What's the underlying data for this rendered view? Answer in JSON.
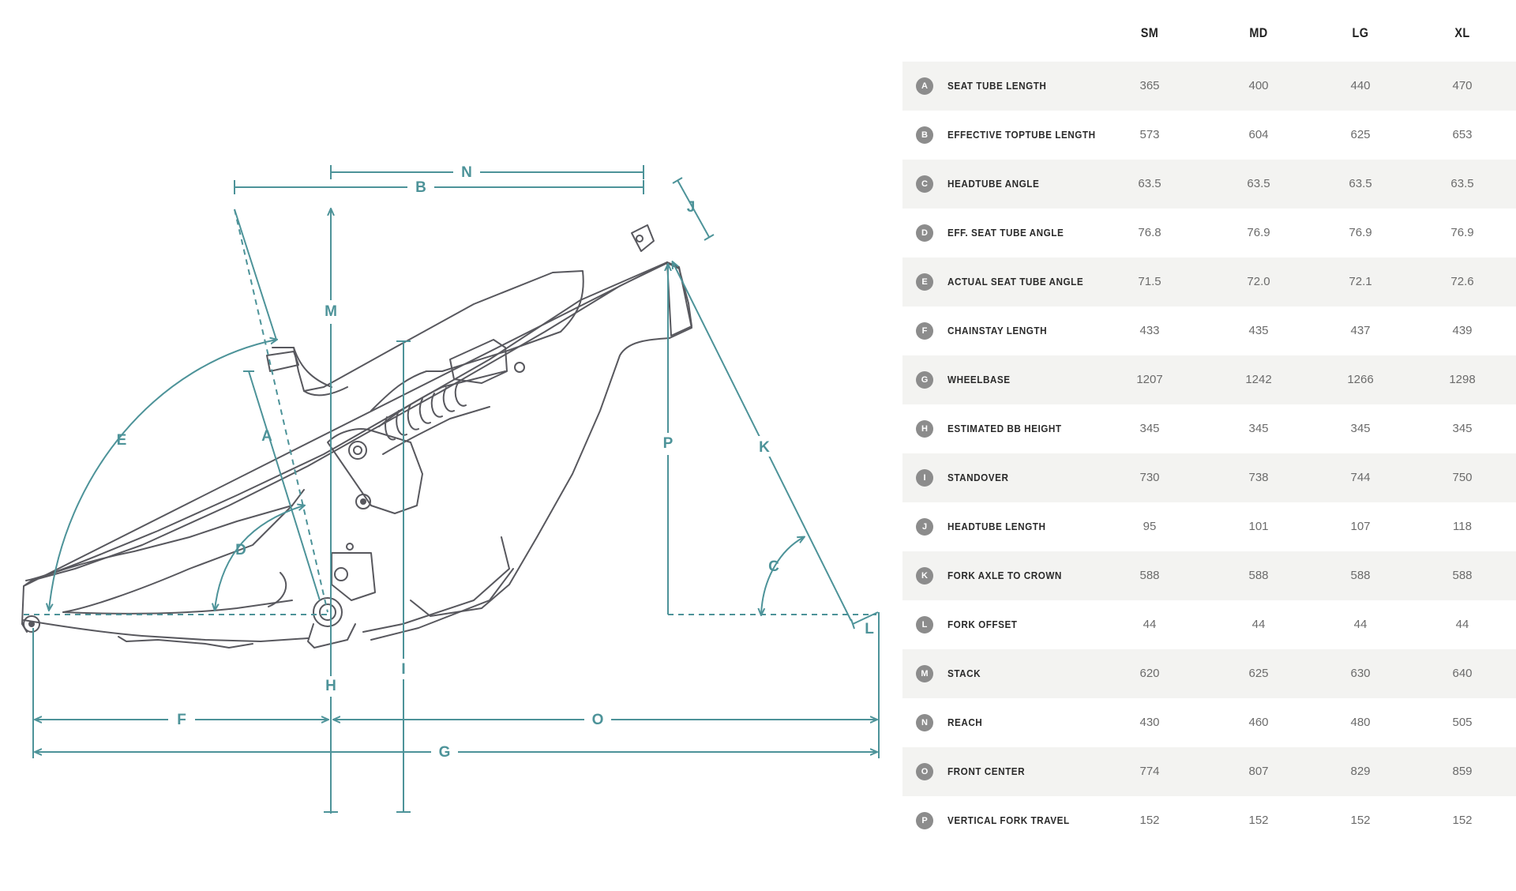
{
  "table": {
    "sizes": [
      "SM",
      "MD",
      "LG",
      "XL"
    ],
    "rows": [
      {
        "letter": "A",
        "label": "SEAT TUBE LENGTH",
        "values": [
          "365",
          "400",
          "440",
          "470"
        ]
      },
      {
        "letter": "B",
        "label": "EFFECTIVE TOPTUBE LENGTH",
        "values": [
          "573",
          "604",
          "625",
          "653"
        ]
      },
      {
        "letter": "C",
        "label": "HEADTUBE ANGLE",
        "values": [
          "63.5",
          "63.5",
          "63.5",
          "63.5"
        ]
      },
      {
        "letter": "D",
        "label": "EFF. SEAT TUBE ANGLE",
        "values": [
          "76.8",
          "76.9",
          "76.9",
          "76.9"
        ]
      },
      {
        "letter": "E",
        "label": "ACTUAL SEAT TUBE ANGLE",
        "values": [
          "71.5",
          "72.0",
          "72.1",
          "72.6"
        ]
      },
      {
        "letter": "F",
        "label": "CHAINSTAY LENGTH",
        "values": [
          "433",
          "435",
          "437",
          "439"
        ]
      },
      {
        "letter": "G",
        "label": "WHEELBASE",
        "values": [
          "1207",
          "1242",
          "1266",
          "1298"
        ]
      },
      {
        "letter": "H",
        "label": "ESTIMATED BB HEIGHT",
        "values": [
          "345",
          "345",
          "345",
          "345"
        ]
      },
      {
        "letter": "I",
        "label": "STANDOVER",
        "values": [
          "730",
          "738",
          "744",
          "750"
        ]
      },
      {
        "letter": "J",
        "label": "HEADTUBE LENGTH",
        "values": [
          "95",
          "101",
          "107",
          "118"
        ]
      },
      {
        "letter": "K",
        "label": "FORK AXLE TO CROWN",
        "values": [
          "588",
          "588",
          "588",
          "588"
        ]
      },
      {
        "letter": "L",
        "label": "FORK OFFSET",
        "values": [
          "44",
          "44",
          "44",
          "44"
        ]
      },
      {
        "letter": "M",
        "label": "STACK",
        "values": [
          "620",
          "625",
          "630",
          "640"
        ]
      },
      {
        "letter": "N",
        "label": "REACH",
        "values": [
          "430",
          "460",
          "480",
          "505"
        ]
      },
      {
        "letter": "O",
        "label": "FRONT CENTER",
        "values": [
          "774",
          "807",
          "829",
          "859"
        ]
      },
      {
        "letter": "P",
        "label": "VERTICAL FORK TRAVEL",
        "values": [
          "152",
          "152",
          "152",
          "152"
        ]
      }
    ]
  },
  "diagram_labels": {
    "a": "A",
    "b": "B",
    "c": "C",
    "d": "D",
    "e": "E",
    "f": "F",
    "g": "G",
    "h": "H",
    "i": "I",
    "j": "J",
    "k": "K",
    "l": "L",
    "m": "M",
    "n": "N",
    "o": "O",
    "p": "P"
  },
  "colors": {
    "dimension": "#4d9399",
    "frame": "#58585e",
    "row_shade": "#f3f3f1",
    "badge": "#8c8c8c"
  }
}
